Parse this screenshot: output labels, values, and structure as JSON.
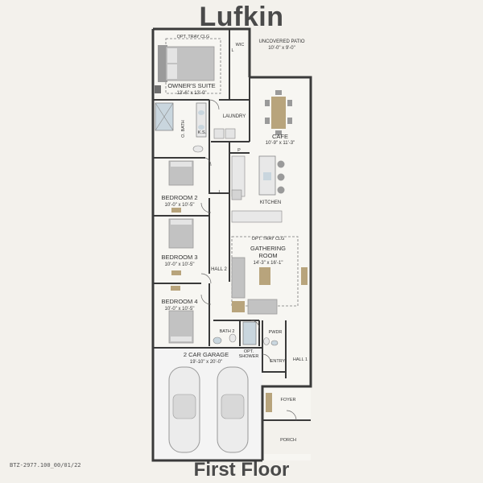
{
  "plan": {
    "title": "Lufkin",
    "floor": "First Floor",
    "code": "BTZ-2977.100_00/01/22"
  },
  "rooms": {
    "owners_suite": {
      "name": "OWNER'S SUITE",
      "dims": "13'-6\" x 13'-0\"",
      "note": "OPT. TRAY CLG"
    },
    "wic": {
      "name": "WIC"
    },
    "uncovered_patio": {
      "name": "UNCOVERED PATIO",
      "dims": "10'-0\" x 9'-0\""
    },
    "o_bath": {
      "name": "O. BATH"
    },
    "laundry": {
      "name": "LAUNDRY"
    },
    "ks": {
      "name": "K.S."
    },
    "cafe": {
      "name": "CAFE",
      "dims": "10'-9\" x 11'-3\""
    },
    "pantry": {
      "name": "P"
    },
    "linen1": {
      "name": "L"
    },
    "linen2": {
      "name": "L"
    },
    "bedroom2": {
      "name": "BEDROOM 2",
      "dims": "10'-0\" x 10'-5\""
    },
    "kitchen": {
      "name": "KITCHEN"
    },
    "bedroom3": {
      "name": "BEDROOM 3",
      "dims": "10'-0\" x 10'-5\""
    },
    "gathering": {
      "name_line1": "GATHERING",
      "name_line2": "ROOM",
      "dims": "14'-3\" x 16'-1\"",
      "note": "OPT. TRAY CLG"
    },
    "hall2": {
      "name": "HALL 2"
    },
    "bedroom4": {
      "name": "BEDROOM 4",
      "dims": "10'-0\" x 10'-5\""
    },
    "bath2": {
      "name": "BATH 2"
    },
    "pwdr": {
      "name": "PWDR"
    },
    "opt_shower": {
      "line1": "OPT.",
      "line2": "SHOWER"
    },
    "entry": {
      "name": "ENTRY"
    },
    "hall1": {
      "name": "HALL 1"
    },
    "garage": {
      "name": "2 CAR GARAGE",
      "dims": "19'-10\" x 20'-0\""
    },
    "foyer": {
      "name": "FOYER"
    },
    "porch": {
      "name": "PORCH"
    }
  },
  "colors": {
    "wall": "#3a3a3a",
    "floor": "#f7f6f2",
    "furniture": "#b9b9b9",
    "wood": "#b8a47c",
    "tile": "#c9d6de"
  }
}
